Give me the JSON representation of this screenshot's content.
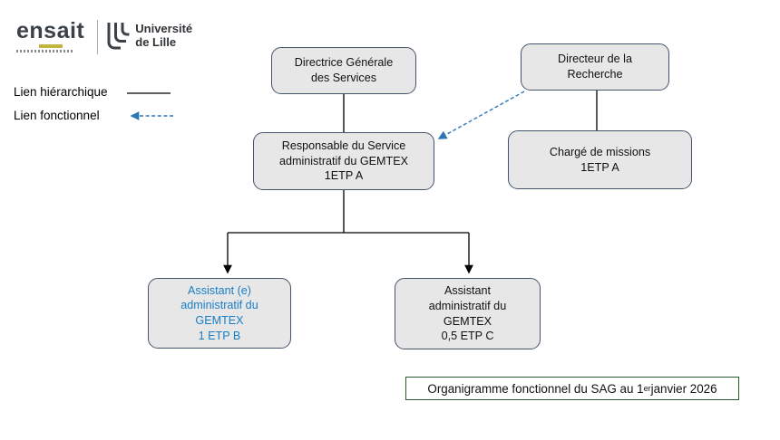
{
  "colors": {
    "box_fill": "#e7e7e7",
    "box_border": "#44546a",
    "hierarchy_line": "#000000",
    "functional_line": "#2e75b6",
    "assistant_b_text": "#1a7ec5",
    "caption_border": "#265c2e",
    "logo_dark": "#3a4147",
    "logo_accent": "#c3b63f"
  },
  "logo": {
    "ensait": "ensait",
    "universite": "Université\nde Lille"
  },
  "legend": {
    "hierarchy_label": "Lien hiérarchique",
    "functional_label": "Lien fonctionnel"
  },
  "nodes": {
    "directrice": {
      "text": "Directrice Générale\ndes Services"
    },
    "directeur": {
      "text": "Directeur de la\nRecherche"
    },
    "responsable": {
      "text": "Responsable du Service\nadministratif du GEMTEX\n1ETP A"
    },
    "charge": {
      "text": "Chargé de missions\n1ETP A"
    },
    "assistant_b": {
      "text": "Assistant (e)\nadministratif du\nGEMTEX\n1 ETP B"
    },
    "assistant_c": {
      "text": "Assistant\nadministratif du\nGEMTEX\n0,5 ETP C"
    }
  },
  "caption": {
    "prefix": "Organigramme fonctionnel du SAG au 1",
    "superscript": "er",
    "suffix": " janvier 2026"
  }
}
